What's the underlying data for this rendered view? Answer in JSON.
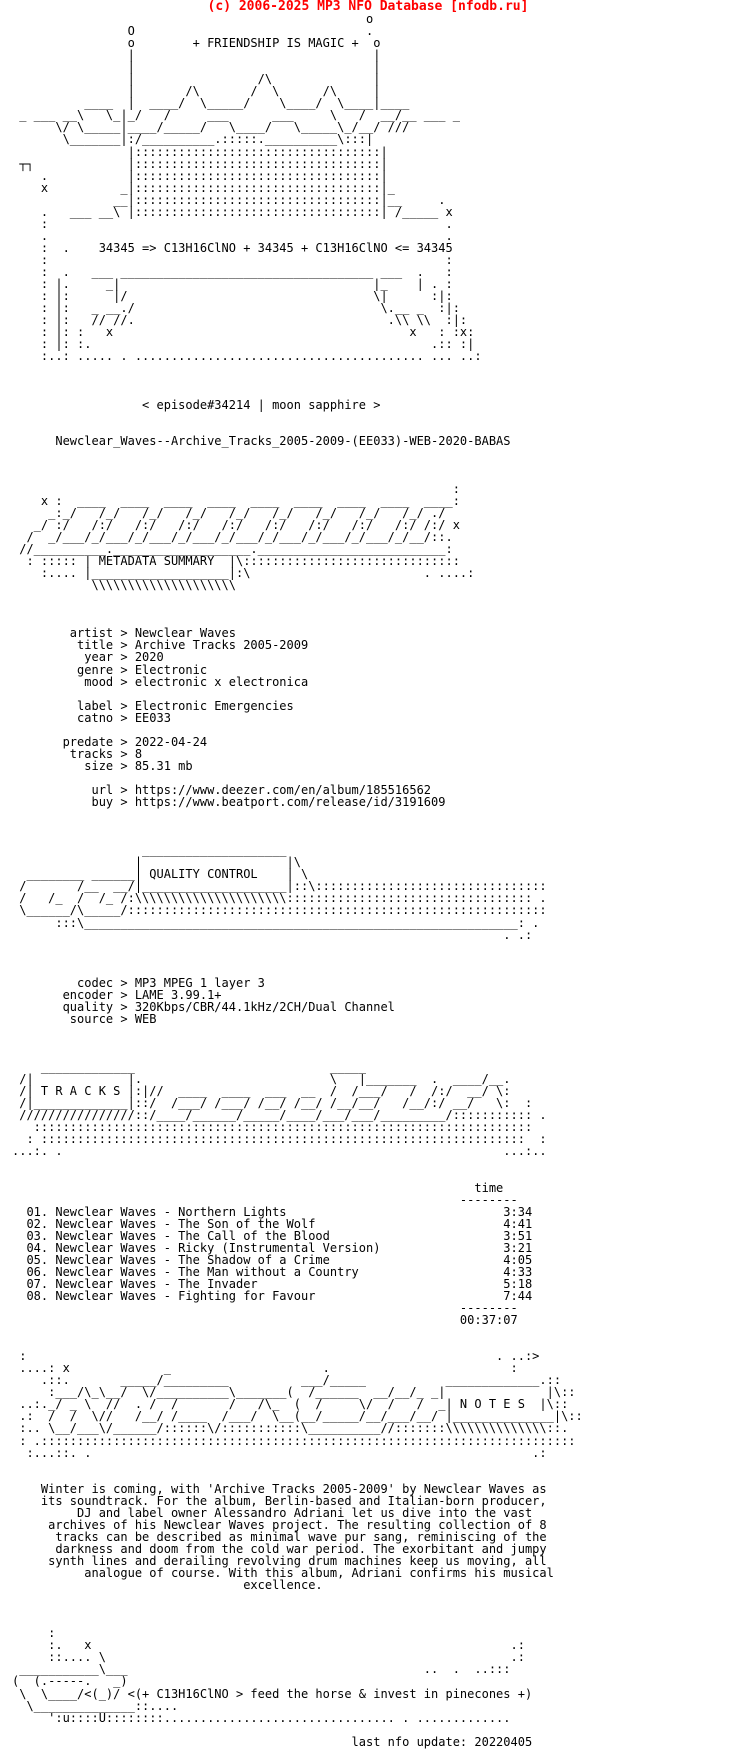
{
  "header": "(c) 2006-2025 MP3 NFO Database [nfodb.ru]",
  "colors": {
    "header": "#ff0000",
    "text": "#000000",
    "background": "#ffffff"
  },
  "nfo_lines": [
    "                                                 o",
    "                O                                .",
    "                o        + FRIENDSHIP IS MAGIC +  o",
    "                |                                 |",
    "                |                                 |",
    "                |                 /\\              |",
    "                |       /\\       /  \\      /\\     |",
    "          ____  |  ____/  \\_____/    \\____/  \\____|____",
    " _ ___ __\\   \\_|_/   /     ___      ___     \\   /  __/__ ___ _",
    "      \\/ \\_____|____/_____/   \\____/   \\_____\\_/__/ ///",
    "       \\_______|:/__________.:::::.__________\\:::|",
    "                |::::::::::::::::::::::::::::::::::|",
    " ┬┐             |::::::::::::::::::::::::::::::::::|",
    "    .           |::::::::::::::::::::::::::::::::::|",
    "    x          _|::::::::::::::::::::::::::::::::::|_",
    "              __|::::::::::::::::::::::::::::::::::|__     .",
    "    .   ___ __\\ |::::::::::::::::::::::::::::::::::| /_____ x",
    "    :                                                       .",
    "    .                                                       .",
    "    :  .    34345 => C13H16ClNO + 34345 + C13H16ClNO <= 34345",
    "    :                                                       :",
    "    :  .   ___ ___________________________________ ___  .   :",
    "    : |.     _|                                   |_    | . :",
    "    : |:      |/                                  \\|      :|:",
    "    : |:   _ __./                                  \\.__ _  :|:",
    "    : |:   // //.                                   .\\\\ \\\\  :|:",
    "    : |: :   x                                         x   : :x:",
    "    : |: :.                                               .:: :|",
    "    :..: ..... . ........................................ ... ..:",
    "",
    "",
    "",
    "                  < episode#34214 | moon sapphire >",
    "",
    "",
    "      Newclear_Waves--Archive_Tracks_2005-2009-(EE033)-WEB-2020-BABAS",
    "",
    "",
    "",
    "                                                             :",
    "    x :  ____  ____  ____  ____  ____  ____  ____  ____  ____:",
    "     _:_/   /_/   /_/   /_/   /_/   /_/   /_/   /_/   /_/ ./",
    "   _/ :/   /:/   /:/   /:/   /:/   /:/   /:/   /:/   /:/ /:/ x",
    "  /  _/___/_/___/_/___/_/___/_/___/_/___/_/___/_/___/_/__/::.",
    " //__________.___________________.__________________________:",
    "  : ::::: | METADATA SUMMARY  |\\::::::::::::::::::::::::::::::",
    "    :.... |___________________|:\\                        . ....:",
    "           \\\\\\\\\\\\\\\\\\\\\\\\\\\\\\\\\\\\\\\\",
    "",
    "",
    "",
    "        artist > Newclear Waves",
    "         title > Archive Tracks 2005-2009",
    "          year > 2020",
    "         genre > Electronic",
    "          mood > electronic x electronica",
    "",
    "         label > Electronic Emergencies",
    "         catno > EE033",
    "",
    "       predate > 2022-04-24",
    "        tracks > 8",
    "          size > 85.31 mb",
    "",
    "           url > https://www.deezer.com/en/album/185516562",
    "           buy > https://www.beatport.com/release/id/3191609",
    "",
    "",
    "",
    "                  ____________________",
    "                 |                    |\\",
    "  ________ ______| QUALITY CONTROL    | \\",
    " /       /__  __/|____________________|::\\::::::::::::::::::::::::::::::::",
    " /   /_  /  /_ /:\\\\\\\\\\\\\\\\\\\\\\\\\\\\\\\\\\\\\\\\\\:::::::::::::::::::::::::::::::::: .",
    " \\______/\\_____/::::::::::::::::::::::::::::::::::::::::::::::::::::::::::",
    "      :::\\____________________________________________________________: .",
    "                                                                    . .:",
    "",
    "",
    "",
    "         codec > MP3 MPEG 1 layer 3",
    "       encoder > LAME 3.99.1+",
    "       quality > 320Kbps/CBR/44.1kHz/2CH/Dual Channel",
    "        source > WEB",
    "",
    "",
    "",
    "    _____________                           _____",
    " /|             |.                          \\   |_______  .  ____/__.",
    " /| T R A C K S |:|//  ____  ____  ___  __  /  /___/   /  /:/  __/ \\:",
    " /|_____________|::/  /___/ /___/ /__/ /__/ /__/__/   /__/:/ __/   \\:  :",
    " ////////////////::/____/______/_____/____/___/___/_________/::::::::::: .",
    "   :::::::::::::::::::::::::::::::::::::::::::::::::::::::::::::::::::::",
    "  : :::::::::::::::::::::::::::::::::::::::::::::::::::::::::::::::::::  :",
    "...:. .                                                             ...:..",
    "",
    "",
    "                                                                time",
    "                                                              --------",
    "  01. Newclear Waves - Northern Lights                              3:34",
    "  02. Newclear Waves - The Son of the Wolf                          4:41",
    "  03. Newclear Waves - The Call of the Blood                        3:51",
    "  04. Newclear Waves - Ricky (Instrumental Version)                 3:21",
    "  05. Newclear Waves - The Shadow of a Crime                        4:05",
    "  06. Newclear Waves - The Man without a Country                    4:33",
    "  07. Newclear Waves - The Invader                                  5:18",
    "  08. Newclear Waves - Fighting for Favour                          7:44",
    "                                                              --------",
    "                                                              00:37:07",
    "",
    "",
    " :                                                                 . ..:>",
    " ....: x             _                     .                         :",
    "    .::.       _____/_________          ___/_____           _____________.::",
    "     :___/\\_\\__/  \\/__________\\_______(  /______  __/__/_ _|              |\\::",
    " ..:._/ _ \\  //  . /  /       /   /\\_  (  /     \\/  /   /  _| N O T E S  |\\::",
    " .:  /  /  \\//   /__/ /____  /___/  \\__(__/_____/__/___/__/ |______________|\\::",
    " :.. \\__/___\\/______/::::::\\/:::::::::::\\__________//:::::::\\\\\\\\\\\\\\\\\\\\\\\\\\\\::.",
    " : .::::::::::::::::::::::::::::::::::::::::::::::::::::::::::::::::::::::::::",
    "  :...::. .                                                             .:",
    "",
    "",
    "    Winter is coming, with 'Archive Tracks 2005-2009' by Newclear Waves as",
    "    its soundtrack. For the album, Berlin-based and Italian-born producer,",
    "         DJ and label owner Alessandro Adriani let us dive into the vast",
    "     archives of his Newclear Waves project. The resulting collection of 8",
    "      tracks can be described as minimal wave pur sang, reminiscing of the",
    "      darkness and doom from the cold war period. The exorbitant and jumpy",
    "     synth lines and derailing revolving drum machines keep us moving, all",
    "          analogue of course. With this album, Adriani confirms his musical",
    "                                excellence.",
    "",
    "",
    "",
    "     :",
    "     :.   x                                                          .:",
    "     ::.... \\                                                        .:",
    " ___________\\___                                         ..  .  ..:::",
    "(  (.-----.   _)",
    " \\  \\____/<(_)/ <(+ C13H16ClNO > feed the horse & invest in pinecones +)",
    "  \\______________::....",
    "     ':u::::U::::::::................................ . .............",
    "",
    "                                               last nfo update: 20220405"
  ]
}
